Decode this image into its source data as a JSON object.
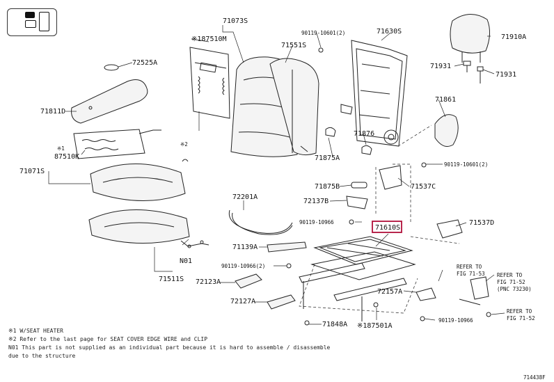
{
  "labels": {
    "l_71073S": "71073S",
    "l_187510M": "※187510M",
    "l_90119_10601_top": "90119-10601(2)",
    "l_71630S": "71630S",
    "l_71910A": "71910A",
    "l_72525A": "72525A",
    "l_71551S": "71551S",
    "l_71931_a": "71931",
    "l_71931_b": "71931",
    "l_71811D": "71811D",
    "l_71861": "71861",
    "l_87510K_mark": "※1",
    "l_87510K": "87510K",
    "l_mark2": "※2",
    "l_71876": "71876",
    "l_71875A": "71875A",
    "l_90119_10601_right": "90119-10601(2)",
    "l_71071S": "71071S",
    "l_71875B": "71875B",
    "l_71537C": "71537C",
    "l_72201A": "72201A",
    "l_72137B": "72137B",
    "l_90119_10966_a": "90119-10966",
    "l_71610S": "71610S",
    "l_71537D": "71537D",
    "l_71139A": "71139A",
    "l_N01": "N01",
    "l_90119_10966_b": "90119-10966(2)",
    "l_refer_53": "REFER TO",
    "l_refer_53b": "FIG 71-53",
    "l_refer_52": "REFER TO",
    "l_refer_52b": "FIG 71-52",
    "l_refer_52c": "(PNC 73230)",
    "l_72123A": "72123A",
    "l_71511S": "71511S",
    "l_72157A": "72157A",
    "l_refer_52d": "REFER TO",
    "l_refer_52e": "FIG 71-52",
    "l_72127A": "72127A",
    "l_90119_10966_c": "90119-10966",
    "l_71848A": "71848A",
    "l_187501A": "※187501A"
  },
  "notes": {
    "n1": "※1  W/SEAT  HEATER",
    "n2": "※2  Refer to the last page for SEAT COVER EDGE WIRE and CLIP",
    "n3": "N01  This part is not supplied as an individual part because it is hard to assemble / disassemble",
    "n4": "      due to the structure"
  },
  "footer": {
    "figure_code": "714438F"
  },
  "highlight": {
    "part": "71610S",
    "color": "#b0103a"
  }
}
